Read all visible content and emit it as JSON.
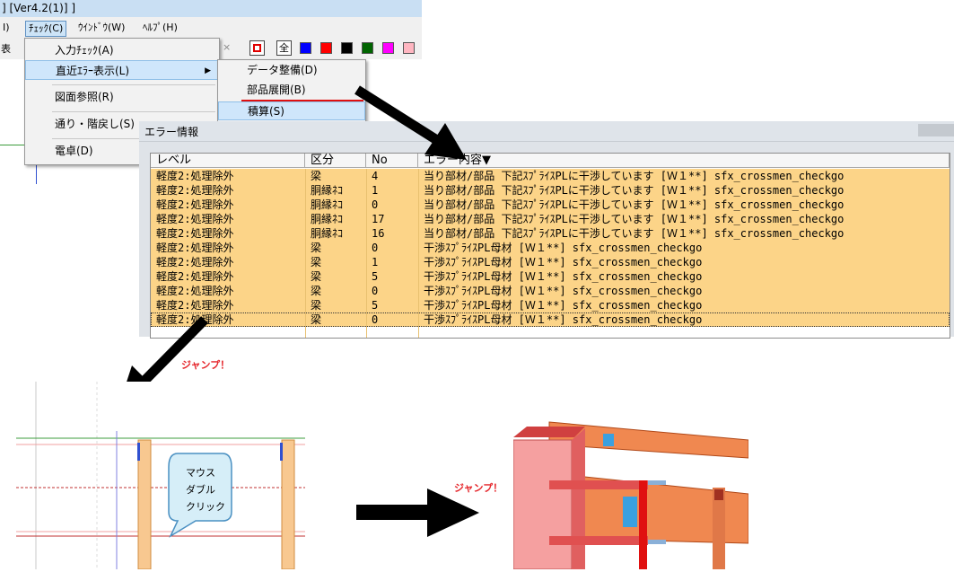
{
  "window": {
    "title": "] [Ver4.2(1)] ]",
    "menu": [
      "ﾁｪｯｸ(C)",
      "ｳｲﾝﾄﾞｳ(W)",
      "ﾍﾙﾌﾟ(H)"
    ],
    "menu_left_fragment": "I)",
    "toolbar_left_fragment": "表",
    "toolbar_all": "全",
    "swatch_colors": [
      "#0000ff",
      "#ff0000",
      "#000000",
      "#006400",
      "#ff00ff",
      "#ffb6c1"
    ]
  },
  "check_menu": {
    "items": [
      "入力ﾁｪｯｸ(A)",
      "直近ｴﾗｰ表示(L)",
      "図面参照(R)",
      "通り・階戻し(S)",
      "電卓(D)"
    ],
    "submenu": [
      "データ整備(D)",
      "部品展開(B)",
      "積算(S)"
    ]
  },
  "error_window": {
    "title": "エラー情報",
    "headers": [
      "レベル",
      "区分",
      "No",
      "エラー内容▼"
    ],
    "rows": [
      [
        "軽度2:処理除外",
        "梁",
        "4",
        "当り部材/部品 下記ｽﾌﾟﾗｲｽPLに干渉しています [Ｗ１**] sfx_crossmen_checkgo"
      ],
      [
        "軽度2:処理除外",
        "胴縁ﾈｺ",
        "1",
        "当り部材/部品 下記ｽﾌﾟﾗｲｽPLに干渉しています [Ｗ１**] sfx_crossmen_checkgo"
      ],
      [
        "軽度2:処理除外",
        "胴縁ﾈｺ",
        "0",
        "当り部材/部品 下記ｽﾌﾟﾗｲｽPLに干渉しています [Ｗ１**] sfx_crossmen_checkgo"
      ],
      [
        "軽度2:処理除外",
        "胴縁ﾈｺ",
        "17",
        "当り部材/部品 下記ｽﾌﾟﾗｲｽPLに干渉しています [Ｗ１**] sfx_crossmen_checkgo"
      ],
      [
        "軽度2:処理除外",
        "胴縁ﾈｺ",
        "16",
        "当り部材/部品 下記ｽﾌﾟﾗｲｽPLに干渉しています [Ｗ１**] sfx_crossmen_checkgo"
      ],
      [
        "軽度2:処理除外",
        "梁",
        "0",
        "干渉ｽﾌﾟﾗｲｽPL母材 [Ｗ１**] sfx_crossmen_checkgo"
      ],
      [
        "軽度2:処理除外",
        "梁",
        "1",
        "干渉ｽﾌﾟﾗｲｽPL母材 [Ｗ１**] sfx_crossmen_checkgo"
      ],
      [
        "軽度2:処理除外",
        "梁",
        "5",
        "干渉ｽﾌﾟﾗｲｽPL母材 [Ｗ１**] sfx_crossmen_checkgo"
      ],
      [
        "軽度2:処理除外",
        "梁",
        "0",
        "干渉ｽﾌﾟﾗｲｽPL母材 [Ｗ１**] sfx_crossmen_checkgo"
      ],
      [
        "軽度2:処理除外",
        "梁",
        "5",
        "干渉ｽﾌﾟﾗｲｽPL母材 [Ｗ１**] sfx_crossmen_checkgo"
      ],
      [
        "軽度2:処理除外",
        "梁",
        "0",
        "干渉ｽﾌﾟﾗｲｽPL母材 [Ｗ１**] sfx_crossmen_checkgo"
      ]
    ]
  },
  "annotations": {
    "jump_label_1": "ジャンプ！",
    "jump_label_2": "ジャンプ！",
    "callout_lines": [
      "マウス",
      "ダブル",
      "クリック"
    ]
  },
  "colors": {
    "row_highlight": "#fcd488",
    "jump_text": "#e5262b",
    "callout_fill": "#d6eef8",
    "callout_stroke": "#4a90c2"
  }
}
